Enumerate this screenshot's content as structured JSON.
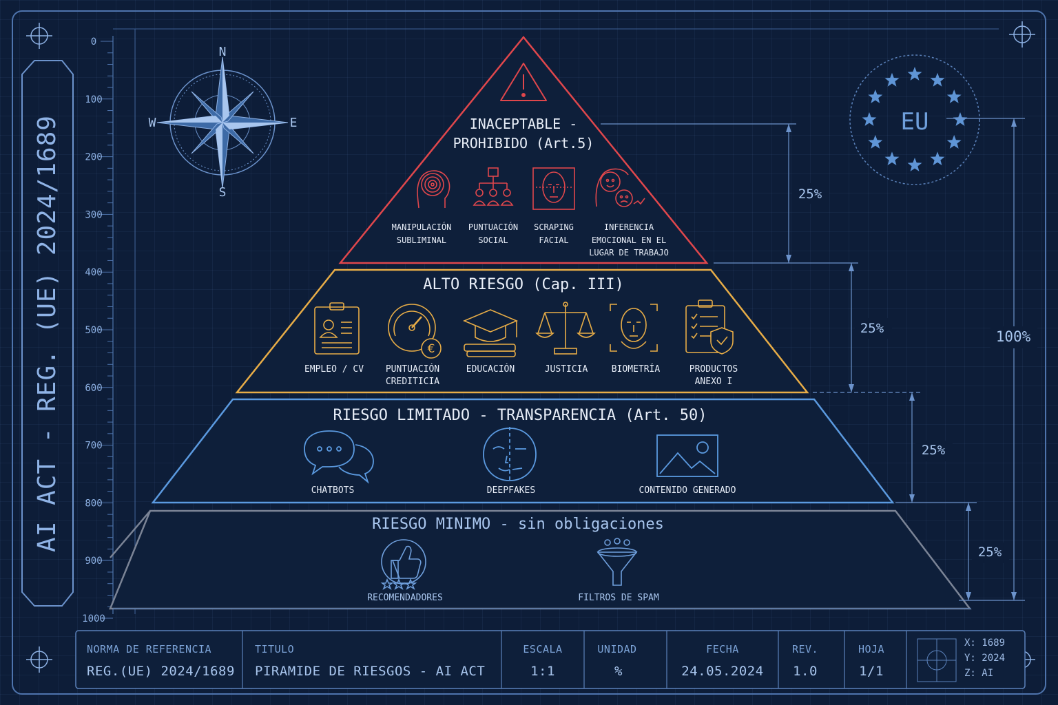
{
  "side_title": "AI ACT - REG. (UE) 2024/1689",
  "ruler_labels": [
    "0",
    "100",
    "200",
    "300",
    "400",
    "500",
    "600",
    "700",
    "800",
    "900",
    "1000"
  ],
  "compass": {
    "n": "N",
    "s": "S",
    "e": "E",
    "w": "W"
  },
  "eu_badge": "EU",
  "tiers": {
    "unacceptable": {
      "title_line1": "INACEPTABLE -",
      "title_line2": "PROHIBIDO (Art.5)",
      "color": "#e0474c",
      "items": [
        {
          "icon": "target-head-icon",
          "line1": "MANIPULACIÓN",
          "line2": "SUBLIMINAL",
          "line3": ""
        },
        {
          "icon": "org-chart-icon",
          "line1": "PUNTUACIÓN",
          "line2": "SOCIAL",
          "line3": ""
        },
        {
          "icon": "face-scan-icon",
          "line1": "SCRAPING",
          "line2": "FACIAL",
          "line3": ""
        },
        {
          "icon": "emotion-inference-icon",
          "line1": "INFERENCIA",
          "line2": "EMOCIONAL EN EL",
          "line3": "LUGAR DE TRABAJO"
        }
      ]
    },
    "high": {
      "title": "ALTO RIESGO (Cap. III)",
      "color": "#e8ad47",
      "items": [
        {
          "icon": "cv-document-icon",
          "line1": "EMPLEO / CV",
          "line2": ""
        },
        {
          "icon": "credit-gauge-icon",
          "line1": "PUNTUACIÓN",
          "line2": "CREDITICIA"
        },
        {
          "icon": "graduation-cap-icon",
          "line1": "EDUCACIÓN",
          "line2": ""
        },
        {
          "icon": "scales-icon",
          "line1": "JUSTICIA",
          "line2": ""
        },
        {
          "icon": "biometric-face-icon",
          "line1": "BIOMETRÍA",
          "line2": ""
        },
        {
          "icon": "clipboard-shield-icon",
          "line1": "PRODUCTOS",
          "line2": "ANEXO I"
        }
      ]
    },
    "limited": {
      "title": "RIESGO LIMITADO - TRANSPARENCIA (Art. 50)",
      "color": "#5b9ae0",
      "items": [
        {
          "icon": "chat-bubbles-icon",
          "label": "CHATBOTS"
        },
        {
          "icon": "split-face-icon",
          "label": "DEEPFAKES"
        },
        {
          "icon": "image-icon",
          "label": "CONTENIDO GENERADO"
        }
      ]
    },
    "minimal": {
      "title": "RIESGO MINIMO - sin obligaciones",
      "color": "#7b8496",
      "items": [
        {
          "icon": "thumbs-up-stars-icon",
          "label": "RECOMENDADORES"
        },
        {
          "icon": "spam-filter-funnel-icon",
          "label": "FILTROS DE SPAM"
        }
      ]
    }
  },
  "dimensions": {
    "tier1": "25%",
    "tier2": "25%",
    "tier3": "25%",
    "tier4": "25%",
    "total": "100%"
  },
  "title_block": {
    "norma_head": "NORMA DE REFERENCIA",
    "norma_val": "REG.(UE) 2024/1689",
    "titulo_head": "TITULO",
    "titulo_val": "PIRAMIDE DE RIESGOS - AI ACT",
    "escala_head": "ESCALA",
    "escala_val": "1:1",
    "unidad_head": "UNIDAD",
    "unidad_val": "%",
    "fecha_head": "FECHA",
    "fecha_val": "24.05.2024",
    "rev_head": "REV.",
    "rev_val": "1.0",
    "hoja_head": "HOJA",
    "hoja_val": "1/1",
    "x": "X: 1689",
    "y": "Y: 2024",
    "z": "Z: AI"
  }
}
